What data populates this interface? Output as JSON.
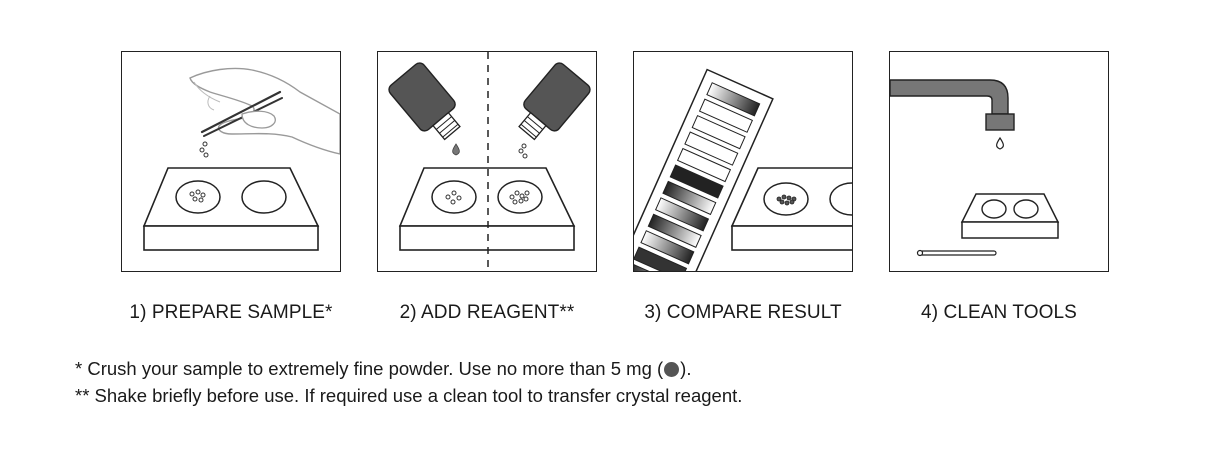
{
  "steps": [
    {
      "label": "1) PREPARE SAMPLE*",
      "icon": "hand-tweezers-sample-icon"
    },
    {
      "label": "2) ADD REAGENT**",
      "icon": "reagent-bottle-drop-icon"
    },
    {
      "label": "3) COMPARE RESULT",
      "icon": "color-chart-compare-icon"
    },
    {
      "label": "4) CLEAN TOOLS",
      "icon": "faucet-rinse-icon"
    }
  ],
  "footnotes": {
    "note1_before": "* Crush your sample to extremely fine powder. Use no more than 5 mg (",
    "note1_after": ").",
    "note2": "** Shake briefly before use. If required use a clean tool to transfer crystal reagent."
  },
  "colors": {
    "outline": "#222222",
    "bottle": "#555555",
    "background": "#ffffff"
  }
}
